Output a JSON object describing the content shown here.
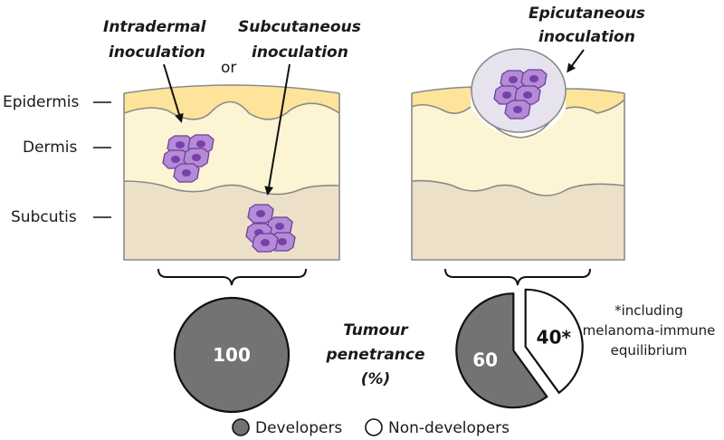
{
  "layers": {
    "epidermis": "Epidermis",
    "dermis": "Dermis",
    "subcutis": "Subcutis"
  },
  "left_panel": {
    "intradermal_line1": "Intradermal",
    "intradermal_line2": "inoculation",
    "or": "or",
    "subcutaneous_line1": "Subcutaneous",
    "subcutaneous_line2": "inoculation"
  },
  "right_panel": {
    "epicutaneous_line1": "Epicutaneous",
    "epicutaneous_line2": "inoculation"
  },
  "center_caption": {
    "line1": "Tumour",
    "line2": "penetrance",
    "line3": "(%)"
  },
  "footnote": {
    "line1": "*including",
    "line2": "melanoma-immune",
    "line3": "equilibrium"
  },
  "legend": {
    "developers": "Developers",
    "non_developers": "Non-developers"
  },
  "colors": {
    "epidermis": "#fde49a",
    "dermis": "#fdf4d3",
    "subcutis": "#ece1c8",
    "developers": "#737373",
    "non_developers": "#ffffff",
    "cell": "#b38bd6"
  },
  "chart_data": [
    {
      "type": "pie",
      "categories": [
        "Developers"
      ],
      "values": [
        100
      ],
      "labels": [
        "100"
      ]
    },
    {
      "type": "pie",
      "categories": [
        "Developers",
        "Non-developers"
      ],
      "values": [
        60,
        40
      ],
      "labels": [
        "60",
        "40*"
      ]
    }
  ]
}
